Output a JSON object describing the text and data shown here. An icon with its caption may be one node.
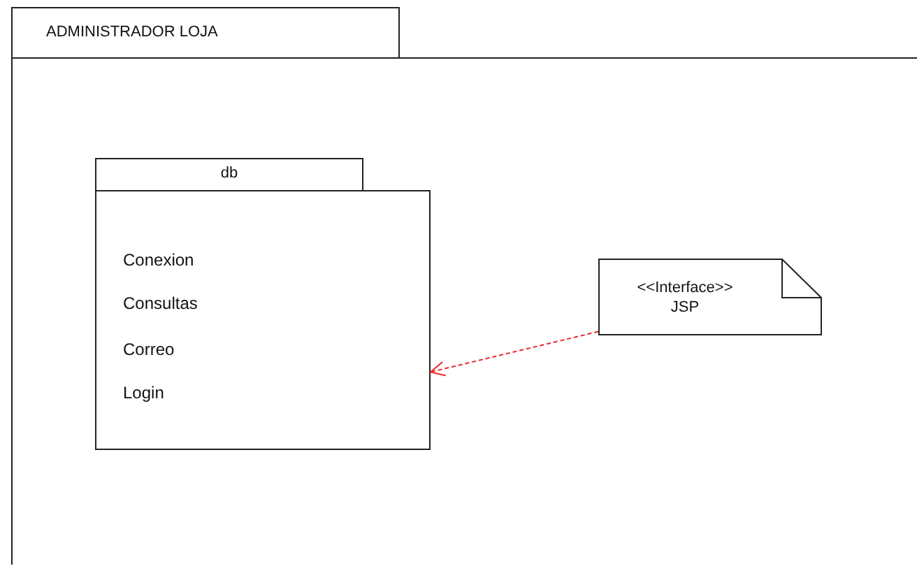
{
  "diagram": {
    "nodes": [
      {
        "text": [
          "ADMINISTRADOR LOJA"
        ]
      },
      {
        "text": [
          "db",
          "Conexion",
          "Consultas",
          "Correo",
          "Login"
        ],
        "in": 0
      },
      {
        "text": [
          "<<Interface>> JSP"
        ],
        "in": 0
      }
    ],
    "edges": [
      {
        "from": 2,
        "to": 1,
        "arrow": "to",
        "style": "dashed",
        "color": "#e8282b"
      }
    ]
  }
}
